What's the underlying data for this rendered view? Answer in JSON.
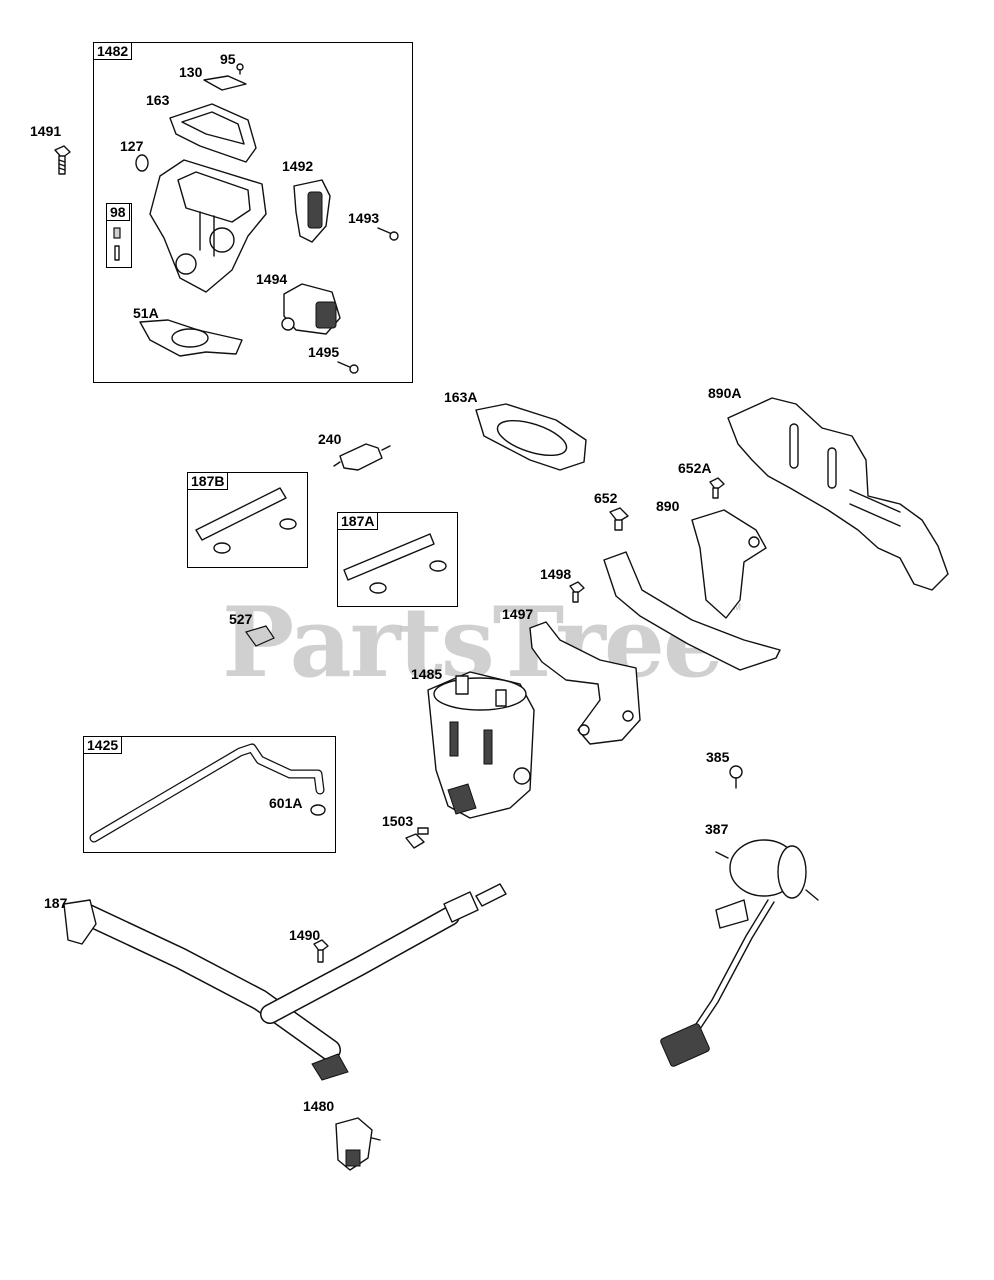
{
  "watermark": {
    "text": "PartsTree",
    "trademark": "TM"
  },
  "kits": [
    {
      "id": "kit-1482",
      "label": "1482"
    },
    {
      "id": "kit-98",
      "label": "98"
    },
    {
      "id": "kit-187B",
      "label": "187B"
    },
    {
      "id": "kit-187A",
      "label": "187A"
    },
    {
      "id": "kit-1425",
      "label": "1425"
    }
  ],
  "callouts": [
    "95",
    "130",
    "163",
    "127",
    "1491",
    "1492",
    "1493",
    "1494",
    "51A",
    "1495",
    "163A",
    "890A",
    "240",
    "652A",
    "652",
    "890",
    "1498",
    "1497",
    "527",
    "1485",
    "385",
    "601A",
    "1503",
    "387",
    "187",
    "1490",
    "1480"
  ]
}
